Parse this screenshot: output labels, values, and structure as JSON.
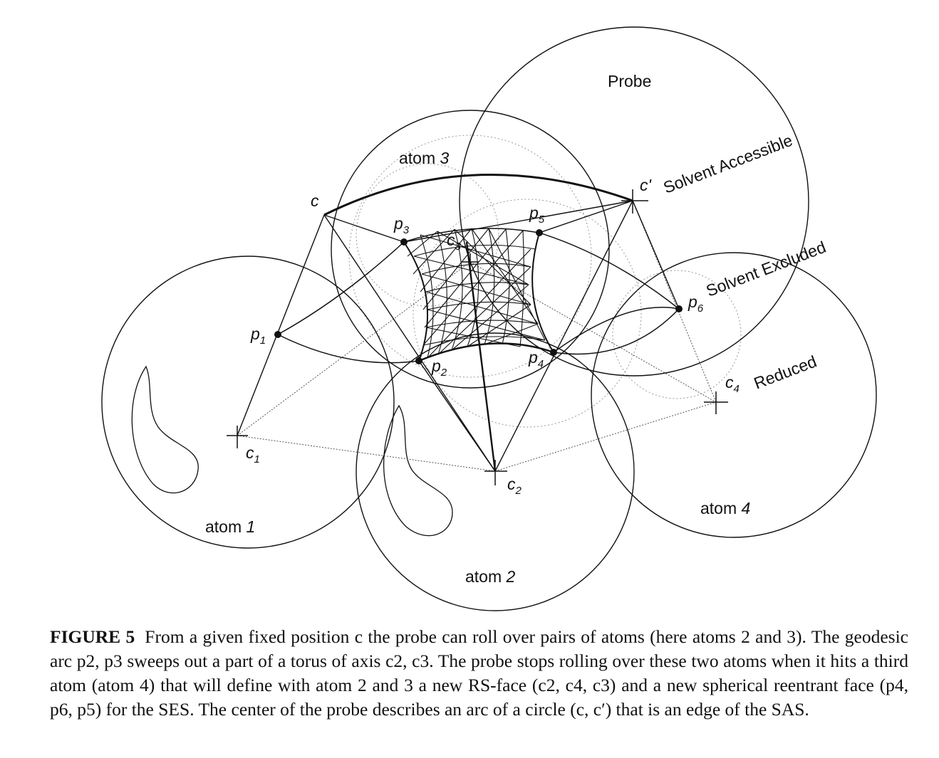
{
  "figure": {
    "labels": {
      "probe": "Probe",
      "atom3": "atom",
      "atom3_num": "3",
      "atom1": "atom",
      "atom1_num": "1",
      "atom2": "atom",
      "atom2_num": "2",
      "atom4": "atom",
      "atom4_num": "4",
      "c": "c",
      "c_prime": "c'",
      "sas": "Solvent Accessible",
      "ses": "Solvent Excluded",
      "reduced": "Reduced",
      "p": "p",
      "c_letter": "c",
      "sub1": "1",
      "sub2": "2",
      "sub3": "3",
      "sub4": "4",
      "sub5": "5",
      "sub6": "6"
    }
  },
  "caption": {
    "label": "FIGURE 5",
    "text": "From a given fixed position c the probe can roll over pairs of atoms (here atoms 2 and 3). The geodesic arc p2, p3 sweeps out a part of a torus of axis c2, c3. The probe stops rolling over these two atoms when it hits a third atom (atom 4) that will define with atom 2 and 3 a new RS-face (c2, c4, c3) and a new spherical reentrant face (p4, p6, p5) for the SES. The center of the probe describes an arc of a circle (c, c′) that is an edge of the SAS."
  }
}
